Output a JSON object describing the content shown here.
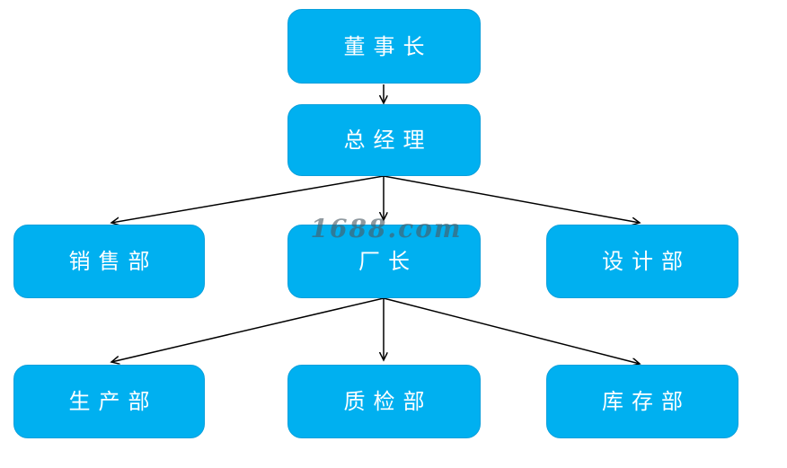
{
  "diagram": {
    "type": "org-chart",
    "nodes": [
      {
        "id": "chairman",
        "label": "董事长",
        "level": 1
      },
      {
        "id": "general-manager",
        "label": "总经理",
        "level": 2
      },
      {
        "id": "sales-dept",
        "label": "销售部",
        "level": 3
      },
      {
        "id": "factory-director",
        "label": "厂长",
        "level": 3
      },
      {
        "id": "design-dept",
        "label": "设计部",
        "level": 3
      },
      {
        "id": "production-dept",
        "label": "生产部",
        "level": 4
      },
      {
        "id": "quality-dept",
        "label": "质检部",
        "level": 4
      },
      {
        "id": "inventory-dept",
        "label": "库存部",
        "level": 4
      }
    ],
    "edges": [
      {
        "from": "chairman",
        "to": "general-manager"
      },
      {
        "from": "general-manager",
        "to": "sales-dept"
      },
      {
        "from": "general-manager",
        "to": "factory-director"
      },
      {
        "from": "general-manager",
        "to": "design-dept"
      },
      {
        "from": "factory-director",
        "to": "production-dept"
      },
      {
        "from": "factory-director",
        "to": "quality-dept"
      },
      {
        "from": "factory-director",
        "to": "inventory-dept"
      }
    ],
    "colors": {
      "node_fill": "#00b0f0",
      "node_text": "#ffffff",
      "arrow": "#000000",
      "background": "#ffffff",
      "watermark": "#4b5a64"
    }
  },
  "watermark": {
    "text": "1688.com"
  }
}
